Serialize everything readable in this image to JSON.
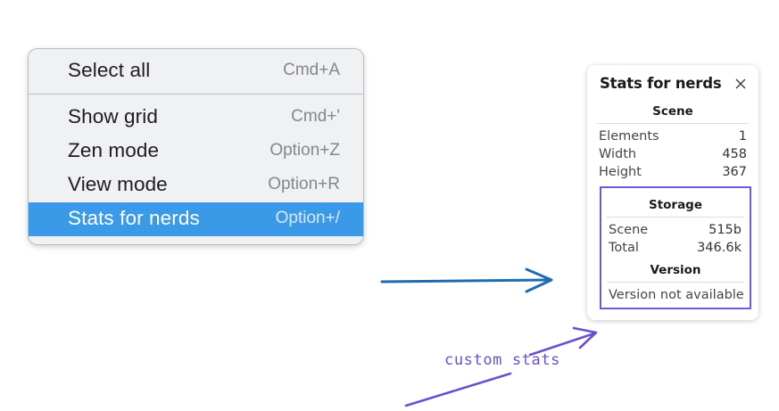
{
  "context_menu": {
    "groups": [
      {
        "items": [
          {
            "label": "Select all",
            "shortcut": "Cmd+A",
            "selected": false
          }
        ]
      },
      {
        "items": [
          {
            "label": "Show grid",
            "shortcut": "Cmd+'",
            "selected": false
          },
          {
            "label": "Zen mode",
            "shortcut": "Option+Z",
            "selected": false
          },
          {
            "label": "View mode",
            "shortcut": "Option+R",
            "selected": false
          },
          {
            "label": "Stats for nerds",
            "shortcut": "Option+/",
            "selected": true
          }
        ]
      }
    ],
    "highlight_color": "#3b9ae8"
  },
  "stats_panel": {
    "title": "Stats for nerds",
    "close_icon": "close-icon",
    "scene": {
      "heading": "Scene",
      "rows": [
        {
          "label": "Elements",
          "value": "1"
        },
        {
          "label": "Width",
          "value": "458"
        },
        {
          "label": "Height",
          "value": "367"
        }
      ]
    },
    "storage": {
      "heading": "Storage",
      "rows": [
        {
          "label": "Scene",
          "value": "515b"
        },
        {
          "label": "Total",
          "value": "346.6k"
        }
      ]
    },
    "version": {
      "heading": "Version",
      "text": "Version not available"
    },
    "highlight_border_color": "#7257d6"
  },
  "annotations": {
    "label": "custom stats",
    "label_color": "#6a4fd0",
    "arrow_color": "#1f6cb0"
  }
}
